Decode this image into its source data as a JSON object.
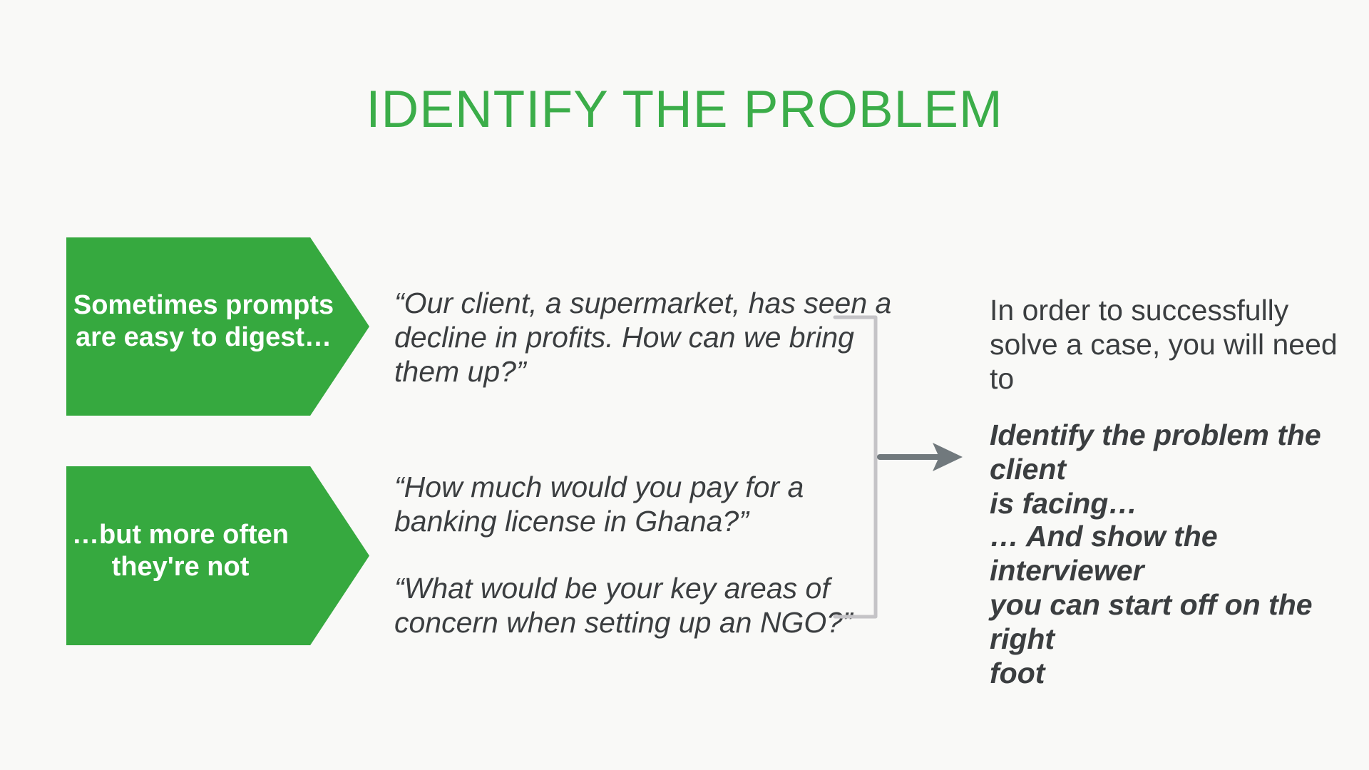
{
  "slide": {
    "title": "IDENTIFY THE PROBLEM",
    "colors": {
      "background": "#f9f9f7",
      "green": "#36a93f",
      "title_green": "#3bad49",
      "text": "#3b3e40",
      "box_text": "#ffffff",
      "bracket": "#c5c4c7",
      "arrow": "#71797d"
    },
    "left_boxes": [
      {
        "label": "Sometimes prompts\nare easy to digest…"
      },
      {
        "label": "…but more often\nthey're not"
      }
    ],
    "quotes": [
      {
        "text": "“Our client, a supermarket, has seen a\ndecline in profits. How can we bring\nthem up?”"
      },
      {
        "text": "“How much would you pay for a\nbanking license in Ghana?”"
      },
      {
        "text": "“What would be your key areas of\nconcern when setting up an NGO?”"
      }
    ],
    "conclusion": {
      "intro": "In order to successfully\nsolve a case, you will need\nto",
      "point1": "Identify the problem the client\nis facing…",
      "point2": "… And show the interviewer\nyou can start off on the right\nfoot"
    }
  }
}
